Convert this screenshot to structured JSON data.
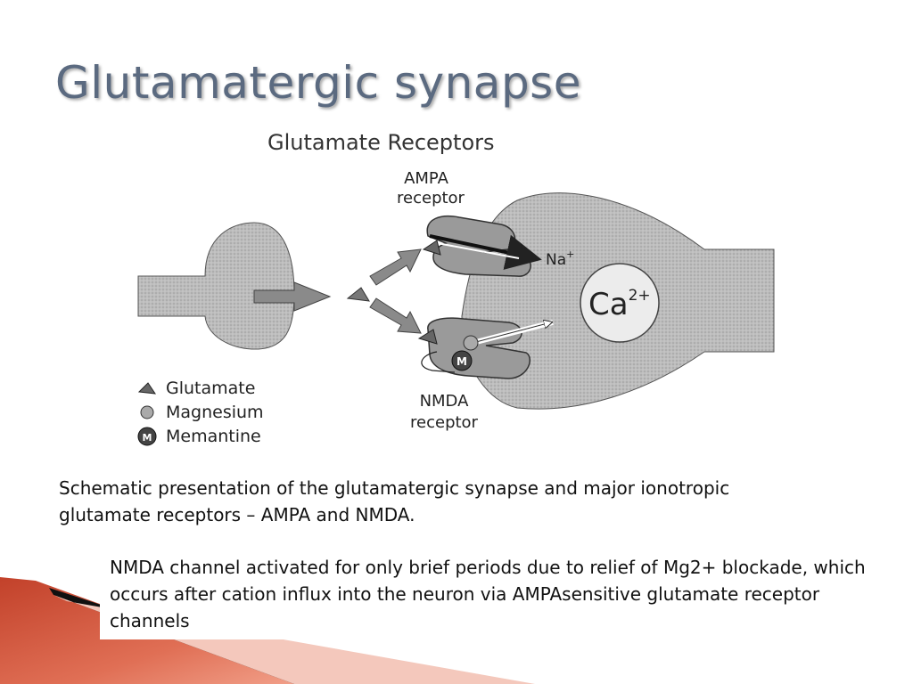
{
  "slide": {
    "title": "Glutamatergic synapse",
    "caption": "Schematic presentation of the glutamatergic synapse and major ionotropic glutamate receptors – AMPA and NMDA.",
    "note": "NMDA channel activated for only brief periods due to relief of Mg2+ blockade, which occurs after cation influx into the neuron via AMPAsensitive glutamate receptor channels"
  },
  "figure": {
    "heading": "Glutamate Receptors",
    "ampa_label": [
      "AMPA",
      "receptor"
    ],
    "nmda_label": [
      "NMDA",
      "receptor"
    ],
    "sodium": "Na",
    "sodium_charge": "+",
    "calcium": "Ca",
    "calcium_charge": "2+",
    "memantine_symbol": "M",
    "legend": [
      {
        "symbol": "triangle",
        "label": "Glutamate"
      },
      {
        "symbol": "circle",
        "label": "Magnesium"
      },
      {
        "symbol": "M",
        "label": "Memantine"
      }
    ]
  }
}
